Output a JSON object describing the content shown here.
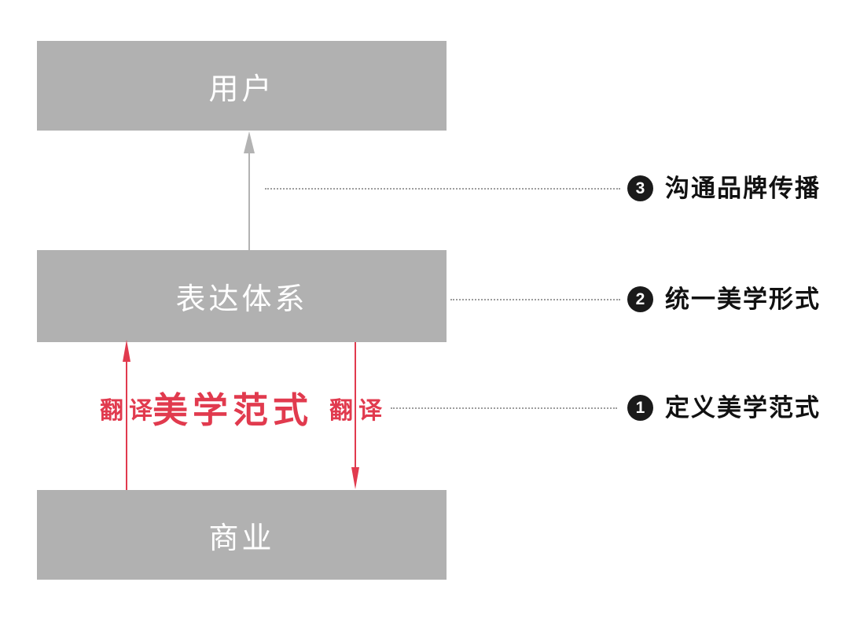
{
  "diagram": {
    "boxes": [
      {
        "id": "user",
        "label": "用户"
      },
      {
        "id": "expression",
        "label": "表达体系"
      },
      {
        "id": "business",
        "label": "商业"
      }
    ],
    "center_label": "美学范式",
    "translate_left_label": "翻译",
    "translate_right_label": "翻译",
    "annotations": [
      {
        "number": "1",
        "label": "定义美学范式"
      },
      {
        "number": "2",
        "label": "统一美学形式"
      },
      {
        "number": "3",
        "label": "沟通品牌传播"
      }
    ],
    "colors": {
      "box_gray": "#b1b1b1",
      "arrow_gray": "#b3b3b3",
      "accent_red": "#e13a4e",
      "dotted_gray": "#9d9d9d",
      "badge_black": "#1a1a1a",
      "box_text_white": "#ffffff"
    }
  }
}
